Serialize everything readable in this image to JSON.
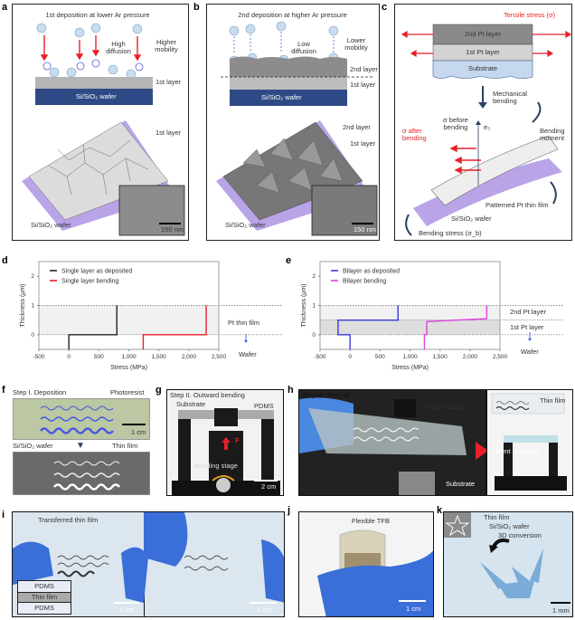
{
  "panels": {
    "a": {
      "label": "a",
      "title": "1st deposition at lower Ar pressure",
      "high_diffusion": "High\ndiffusion",
      "higher_mobility": "Higher\nmobility",
      "first_layer": "1st layer",
      "wafer": "Si/SiO₂ wafer",
      "first_layer_3d": "1st layer",
      "wafer_3d": "Si/SiO₂ wafer",
      "scalebar": "150 nm"
    },
    "b": {
      "label": "b",
      "title": "2nd deposition at higher Ar pressure",
      "low_diffusion": "Low\ndiffusion",
      "lower_mobility": "Lower\nmobility",
      "second_layer": "2nd layer",
      "first_layer": "1st layer",
      "wafer": "Si/SiO₂ wafer",
      "second_layer_3d": "2nd layer",
      "first_layer_3d": "1st layer",
      "wafer_3d": "Si/SiO₂ wafer",
      "scalebar": "150 nm"
    },
    "c": {
      "label": "c",
      "tensile": "Tensile stress (σ)",
      "layer2": "2nd Pt layer",
      "layer1": "1st Pt layer",
      "substrate": "Substrate",
      "mech_bending": "Mechanical\nbending",
      "sigma_before": "σ before\nbending",
      "sigma_after": "σ after\nbending",
      "e3": "e₃",
      "bending_moment": "Bending\nmoment",
      "patterned": "Patterned Pt thin film",
      "wafer": "Si/SiO₂ wafer",
      "bending_stress": "Bending stress (σ_b)"
    },
    "d": {
      "label": "d",
      "region_film": "Pt thin film",
      "region_wafer": "Wafer"
    },
    "e": {
      "label": "e",
      "region_2nd": "2nd Pt layer",
      "region_1st": "1st Pt layer",
      "region_wafer": "Wafer"
    },
    "f": {
      "label": "f",
      "step": "Step I. Deposition",
      "photoresist": "Photoresist",
      "scalebar": "1 cm",
      "wafer": "Si/SiO₂ wafer",
      "thin_film": "Thin film"
    },
    "g": {
      "label": "g",
      "step": "Step II. Outward bending",
      "substrate": "Substrate",
      "pdms": "PDMS",
      "force": "F",
      "stage": "Bending stage",
      "scalebar": "2 cm"
    },
    "h": {
      "label": "h",
      "step": "Step III. Peel-off",
      "pdms_stamp": "PDMS stamp",
      "substrate": "Substrate",
      "thin_film": "Thin film",
      "bent_substrate": "Bent substrate"
    },
    "i": {
      "label": "i",
      "title": "Transferred thin film",
      "stack": [
        "PDMS",
        "Thin film",
        "PDMS"
      ],
      "scalebar_left": "1 cm",
      "scalebar_right": "1 cm"
    },
    "j": {
      "label": "j",
      "title": "Flexible TFB",
      "scalebar": "1 cm"
    },
    "k": {
      "label": "k",
      "thin_film": "Thin film",
      "wafer": "Si/SiO₂ wafer",
      "conversion": "3D conversion",
      "scalebar": "1 mm"
    }
  },
  "chart_data": [
    {
      "type": "line",
      "panel": "d",
      "xlabel": "Stress (MPa)",
      "ylabel": "Thickness (μm)",
      "xlim": [
        -500,
        2500
      ],
      "ylim": [
        -0.5,
        2.5
      ],
      "xticks": [
        "-500",
        "0",
        "500",
        "1,000",
        "1,500",
        "2,000",
        "2,500"
      ],
      "yticks": [
        "0",
        "1",
        "2"
      ],
      "shaded_regions": [
        {
          "y": [
            0,
            1
          ],
          "label": "Pt thin film"
        }
      ],
      "legend": [
        "Single layer as deposited",
        "Single layer bending"
      ],
      "series": [
        {
          "name": "Single layer as deposited",
          "color": "#222222",
          "points": [
            [
              0,
              -0.5
            ],
            [
              0,
              0
            ],
            [
              800,
              0
            ],
            [
              800,
              1
            ]
          ]
        },
        {
          "name": "Single layer bending",
          "color": "#e8202a",
          "points": [
            [
              1240,
              -0.5
            ],
            [
              1240,
              0
            ],
            [
              2290,
              0
            ],
            [
              2290,
              1
            ]
          ]
        }
      ]
    },
    {
      "type": "line",
      "panel": "e",
      "xlabel": "Stress (MPa)",
      "ylabel": "Thickness (μm)",
      "xlim": [
        -500,
        2500
      ],
      "ylim": [
        -0.5,
        2.5
      ],
      "xticks": [
        "-500",
        "0",
        "500",
        "1,000",
        "1,500",
        "2,000",
        "2,500"
      ],
      "yticks": [
        "0",
        "1",
        "2"
      ],
      "shaded_regions": [
        {
          "y": [
            0,
            0.5
          ],
          "label": "1st Pt layer"
        },
        {
          "y": [
            0.5,
            1
          ],
          "label": "2nd Pt layer"
        }
      ],
      "legend": [
        "Bilayer as deposited",
        "Bilayer bending"
      ],
      "series": [
        {
          "name": "Bilayer as deposited",
          "color": "#3a3ae0",
          "points": [
            [
              0,
              -0.5
            ],
            [
              0,
              0
            ],
            [
              -200,
              0
            ],
            [
              -200,
              0.5
            ],
            [
              800,
              0.5
            ],
            [
              800,
              1
            ]
          ]
        },
        {
          "name": "Bilayer bending",
          "color": "#e040e0",
          "points": [
            [
              1240,
              -0.5
            ],
            [
              1240,
              0
            ],
            [
              1280,
              0
            ],
            [
              1280,
              0.45
            ],
            [
              2280,
              0.55
            ],
            [
              2280,
              1
            ]
          ]
        }
      ]
    }
  ]
}
